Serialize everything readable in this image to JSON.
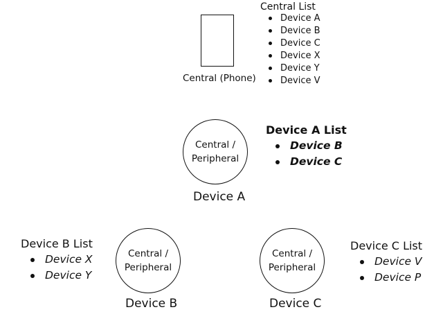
{
  "central": {
    "label": "Central (Phone)",
    "list": {
      "title": "Central List",
      "items": [
        "Device A",
        "Device B",
        "Device C",
        "Device X",
        "Device Y",
        "Device V"
      ]
    }
  },
  "device_a": {
    "circle_text": "Central /\nPeripheral",
    "label": "Device A",
    "list": {
      "title": "Device A List",
      "items": [
        "Device B",
        "Device C"
      ]
    }
  },
  "device_b": {
    "circle_text": "Central /\nPeripheral",
    "label": "Device B",
    "list": {
      "title": "Device B List",
      "items": [
        "Device X",
        "Device Y"
      ]
    }
  },
  "device_c": {
    "circle_text": "Central /\nPeripheral",
    "label": "Device C",
    "list": {
      "title": "Device C List",
      "items": [
        "Device V",
        "Device P"
      ]
    }
  }
}
